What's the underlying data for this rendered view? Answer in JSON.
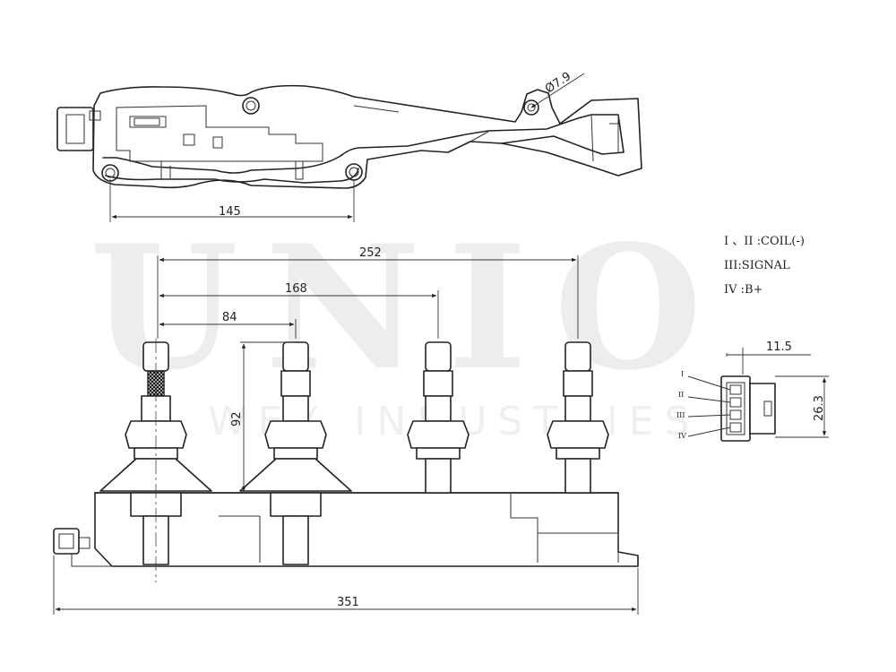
{
  "watermark": {
    "brand": "UNIO",
    "company": "WEX INDUSTRIES"
  },
  "dimensions": {
    "hole_diameter": "Ø7.9",
    "top_width": "145",
    "spacing_252": "252",
    "spacing_168": "168",
    "spacing_84": "84",
    "height_92": "92",
    "overall_length": "351",
    "connector_width": "11.5",
    "connector_height": "26.3"
  },
  "legend": [
    {
      "text": "I 、II :COIL(-)"
    },
    {
      "text": "III:SIGNAL"
    },
    {
      "text": "IV :B+"
    }
  ],
  "connector_pins": [
    "I",
    "II",
    "III",
    "IV"
  ]
}
